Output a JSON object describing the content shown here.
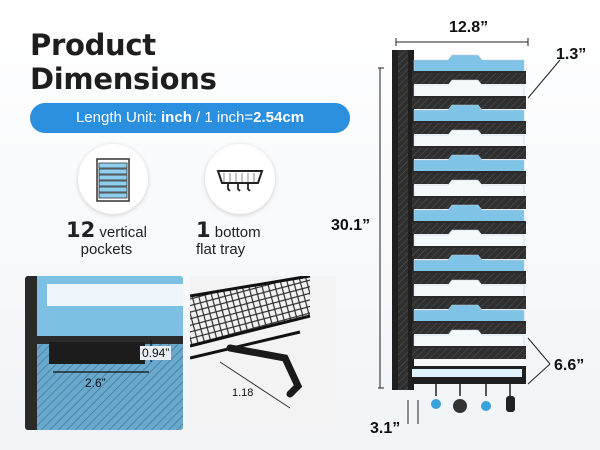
{
  "heading": {
    "line1": "Product",
    "line2": "Dimensions"
  },
  "unit_note": {
    "prefix": "Length Unit: ",
    "unit": "inch",
    "middle": " / 1 inch=",
    "value": "2.54cm"
  },
  "features": [
    {
      "number": "12",
      "line1_rest": " vertical",
      "line2": "pockets",
      "icon": "pockets-icon"
    },
    {
      "number": "1",
      "line1_rest": " bottom",
      "line2": "flat tray",
      "icon": "tray-icon"
    }
  ],
  "detail_panels": {
    "pocket_detail": {
      "depth": "0.94”",
      "width": "2.6”"
    },
    "hook_detail": {
      "length": "1.18"
    }
  },
  "dimensions": {
    "width": "12.8”",
    "depth": "1.3”",
    "height": "30.1”",
    "tray_height": "6.6”",
    "tray_depth": "3.1”"
  },
  "colors": {
    "accent": "#2b8fe0",
    "folder_blue": "#7fc4e6",
    "frame": "#2a2a2a"
  }
}
